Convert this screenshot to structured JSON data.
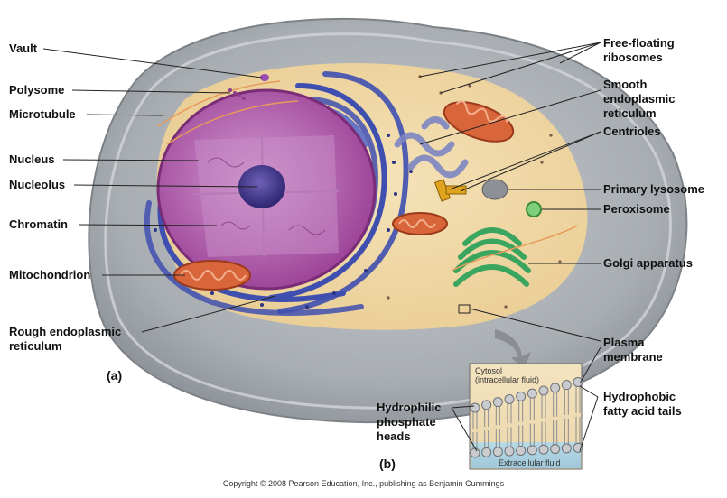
{
  "left_labels": {
    "vault": "Vault",
    "polysome": "Polysome",
    "microtubule": "Microtubule",
    "nucleus": "Nucleus",
    "nucleolus": "Nucleolus",
    "chromatin": "Chromatin",
    "mitochondrion": "Mitochondrion",
    "rough_er": [
      "Rough endoplasmic",
      "reticulum"
    ]
  },
  "right_labels": {
    "ribosomes": [
      "Free-floating",
      "ribosomes"
    ],
    "smooth_er": [
      "Smooth",
      "endoplasmic",
      "reticulum"
    ],
    "centrioles": "Centrioles",
    "lysosome": "Primary lysosome",
    "peroxisome": "Peroxisome",
    "golgi": "Golgi apparatus",
    "plasma_membrane": [
      "Plasma",
      "membrane"
    ],
    "hydrophobic": [
      "Hydrophobic",
      "fatty acid tails"
    ]
  },
  "inset_labels": {
    "hydrophilic": [
      "Hydrophilic",
      "phosphate",
      "heads"
    ],
    "cytosol": [
      "Cytosol",
      "(intracellular fluid)"
    ],
    "extracellular": "Extracellular fluid"
  },
  "panels": {
    "a": "(a)",
    "b": "(b)"
  },
  "copyright": "Copyright © 2008 Pearson Education, Inc., publishing as Benjamin Cummings",
  "colors": {
    "cell_outer": "#a9aeb3",
    "cytoplasm": "#f3d9a4",
    "nucleus": "#a4479e",
    "nucleoplasm": "#c68ac4",
    "nucleolus": "#4b3b8f",
    "rough_er": "#3f4fb0",
    "smooth_er": "#7d86c2",
    "mitochondrion": "#d9653a",
    "golgi": "#3aa55e",
    "leader_line": "#222222"
  }
}
